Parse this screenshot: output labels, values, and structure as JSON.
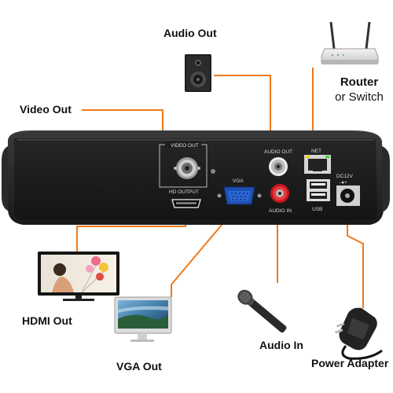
{
  "labels": {
    "audio_out": "Audio Out",
    "router": [
      "Router",
      "or Switch"
    ],
    "video_out": "Video Out",
    "hdmi_out": "HDMI Out",
    "vga_out": "VGA Out",
    "audio_in": "Audio In",
    "power_adapter": "Power Adapter"
  },
  "panel": {
    "video_out": "VIDEO OUT",
    "hd_output": "HD OUTPUT",
    "vga": "VGA",
    "audio_out": "AUDIO OUT",
    "audio_in": "AUDIO IN",
    "net": "NET",
    "usb": "USB",
    "dc12v": "DC12V",
    "dc_symbol": "-●+"
  },
  "colors": {
    "connector_line": "#f07a1a",
    "device_body": "#1c1c1c",
    "label_text": "#111111"
  },
  "icons": [
    "speaker-icon",
    "router-icon",
    "tv-icon",
    "monitor-icon",
    "microphone-icon",
    "power-adapter-icon"
  ]
}
